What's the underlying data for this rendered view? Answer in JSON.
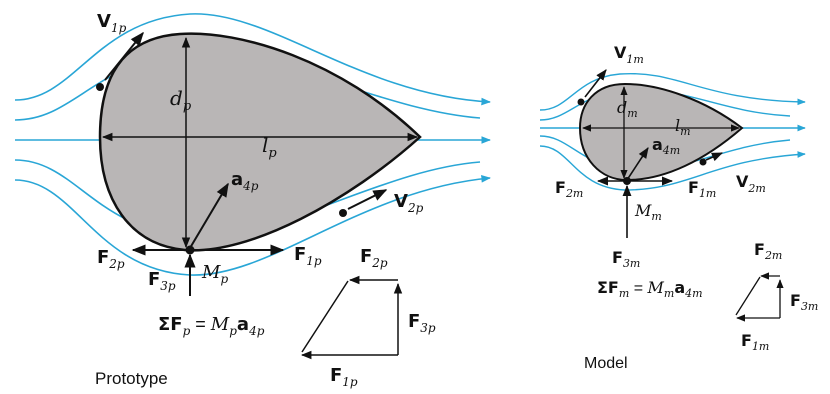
{
  "colors": {
    "streamline": "#29a6d6",
    "body_fill": "#b9b6b6",
    "ink": "#111111"
  },
  "prototype": {
    "caption": "Prototype",
    "V1": {
      "base": "V",
      "sub": "1p"
    },
    "V2": {
      "base": "V",
      "sub": "2p"
    },
    "d": {
      "base": "d",
      "sub": "p"
    },
    "l": {
      "base": "l",
      "sub": "p"
    },
    "a4": {
      "base": "a",
      "sub": "4p"
    },
    "F1": {
      "base": "F",
      "sub": "1p"
    },
    "F2": {
      "base": "F",
      "sub": "2p"
    },
    "F3": {
      "base": "F",
      "sub": "3p"
    },
    "M": {
      "base": "M",
      "sub": "p"
    },
    "eq": {
      "lhs": "ΣF",
      "lhs_sub": "p",
      "eq": " = ",
      "mass": "M",
      "mass_sub": "p",
      "acc": "a",
      "acc_sub": "4p"
    },
    "poly_F1": {
      "base": "F",
      "sub": "1p"
    },
    "poly_F2": {
      "base": "F",
      "sub": "2p"
    },
    "poly_F3": {
      "base": "F",
      "sub": "3p"
    }
  },
  "model": {
    "caption": "Model",
    "V1": {
      "base": "V",
      "sub": "1m"
    },
    "V2": {
      "base": "V",
      "sub": "2m"
    },
    "d": {
      "base": "d",
      "sub": "m"
    },
    "l": {
      "base": "l",
      "sub": "m"
    },
    "a4": {
      "base": "a",
      "sub": "4m"
    },
    "F1": {
      "base": "F",
      "sub": "1m"
    },
    "F2": {
      "base": "F",
      "sub": "2m"
    },
    "F3": {
      "base": "F",
      "sub": "3m"
    },
    "M": {
      "base": "M",
      "sub": "m"
    },
    "eq": {
      "lhs": "ΣF",
      "lhs_sub": "m",
      "eq": " = ",
      "mass": "M",
      "mass_sub": "m",
      "acc": "a",
      "acc_sub": "4m"
    },
    "poly_F1": {
      "base": "F",
      "sub": "1m"
    },
    "poly_F2": {
      "base": "F",
      "sub": "2m"
    },
    "poly_F3": {
      "base": "F",
      "sub": "3m"
    }
  }
}
